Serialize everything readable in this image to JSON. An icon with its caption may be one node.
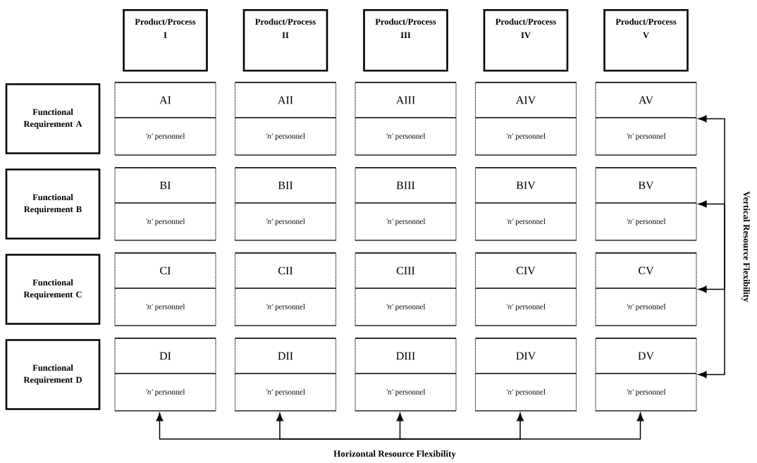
{
  "diagram": {
    "nodes": [
      {
        "text": [
          "Product/Process I"
        ]
      },
      {
        "text": [
          "Product/Process II"
        ]
      },
      {
        "text": [
          "Product/Process III"
        ]
      },
      {
        "text": [
          "Product/Process IV"
        ]
      },
      {
        "text": [
          "Product/Process V"
        ]
      },
      {
        "text": [
          "Functional Requirement A"
        ]
      },
      {
        "text": [
          "AI",
          "*'n'* personnel"
        ]
      },
      {
        "text": [
          "AII",
          "*'n'* personnel"
        ]
      },
      {
        "text": [
          "AIII",
          "*'n'* personnel"
        ]
      },
      {
        "text": [
          "AIV",
          "*'n'* personnel"
        ]
      },
      {
        "text": [
          "AV",
          "*'n'* personnel"
        ]
      },
      {
        "text": [
          "Functional Requirement B"
        ]
      },
      {
        "text": [
          "BI",
          "*'n'* personnel"
        ]
      },
      {
        "text": [
          "BII",
          "*'n'* personnel"
        ]
      },
      {
        "text": [
          "BIII",
          "*'n'* personnel"
        ]
      },
      {
        "text": [
          "BIV",
          "*'n'* personnel"
        ]
      },
      {
        "text": [
          "BV",
          "*'n'* personnel"
        ]
      },
      {
        "text": [
          "Functional Requirement C"
        ]
      },
      {
        "text": [
          "CI",
          "*'n'* personnel"
        ]
      },
      {
        "text": [
          "CII",
          "*'n'* personnel"
        ]
      },
      {
        "text": [
          "CIII",
          "*'n'* personnel"
        ]
      },
      {
        "text": [
          "CIV",
          "*'n'* personnel"
        ]
      },
      {
        "text": [
          "CV",
          "*'n'* personnel"
        ]
      },
      {
        "text": [
          "Functional Requirement D"
        ]
      },
      {
        "text": [
          "DI",
          "*'n'* personnel"
        ]
      },
      {
        "text": [
          "DII",
          "*'n'* personnel"
        ]
      },
      {
        "text": [
          "DIII",
          "*'n'* personnel"
        ]
      },
      {
        "text": [
          "DIV",
          "*'n'* personnel"
        ]
      },
      {
        "text": [
          "DV",
          "*'n'* personnel"
        ]
      }
    ],
    "edges": [
      {
        "from": null,
        "to": 24,
        "arrow": "to"
      },
      {
        "from": null,
        "to": 25,
        "arrow": "to"
      },
      {
        "from": null,
        "to": 26,
        "arrow": "to"
      },
      {
        "from": null,
        "to": 27,
        "arrow": "to"
      },
      {
        "from": null,
        "to": 28,
        "arrow": "to"
      },
      {
        "from": null,
        "to": 10,
        "arrow": "to"
      },
      {
        "from": null,
        "to": 16,
        "arrow": "to"
      },
      {
        "from": null,
        "to": 22,
        "arrow": "to"
      },
      {
        "from": null,
        "to": 28,
        "arrow": "to"
      }
    ],
    "labels": [
      "Vertical Resource Flexibility",
      "Horizontal Resource Flexibility"
    ]
  }
}
